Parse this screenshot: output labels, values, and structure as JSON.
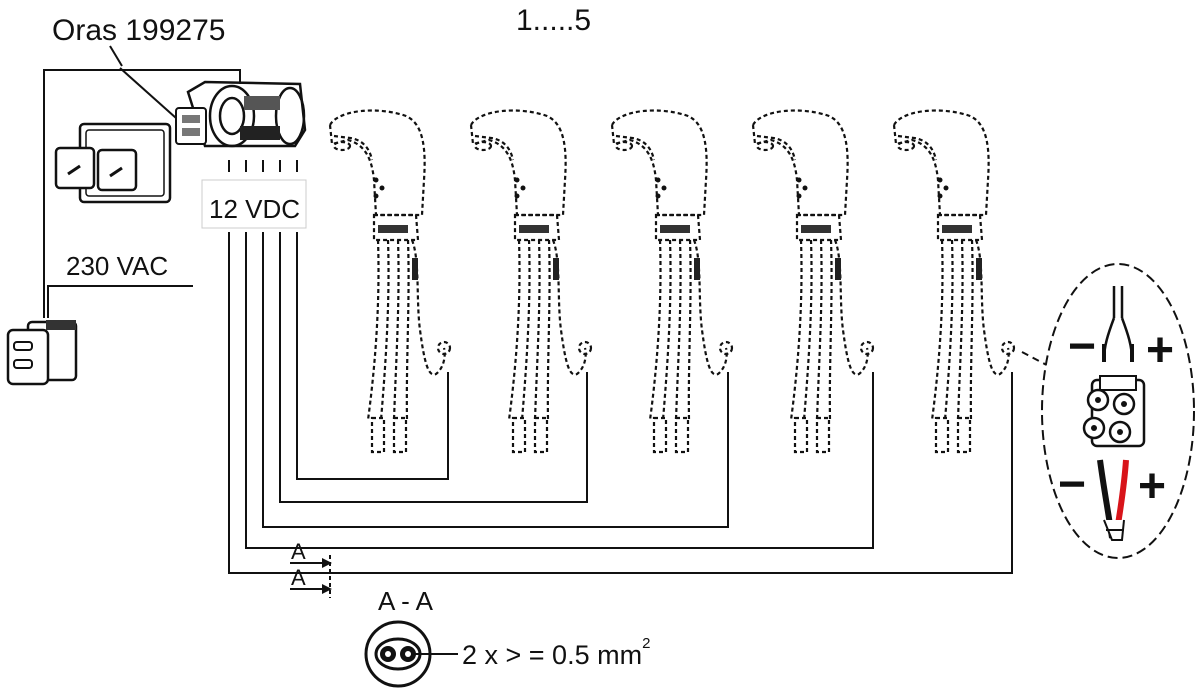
{
  "product_label": "Oras 199275",
  "count_label": "1.....5",
  "voltage_dc": "12 VDC",
  "voltage_ac": "230 VAC",
  "section_marker": "A",
  "section_title": "A - A",
  "cable_spec": "2 x > = 0.5 mm",
  "cable_spec_exponent": "2",
  "terminal_signs": {
    "minus": "−",
    "plus": "+"
  },
  "faucet_count": 5
}
